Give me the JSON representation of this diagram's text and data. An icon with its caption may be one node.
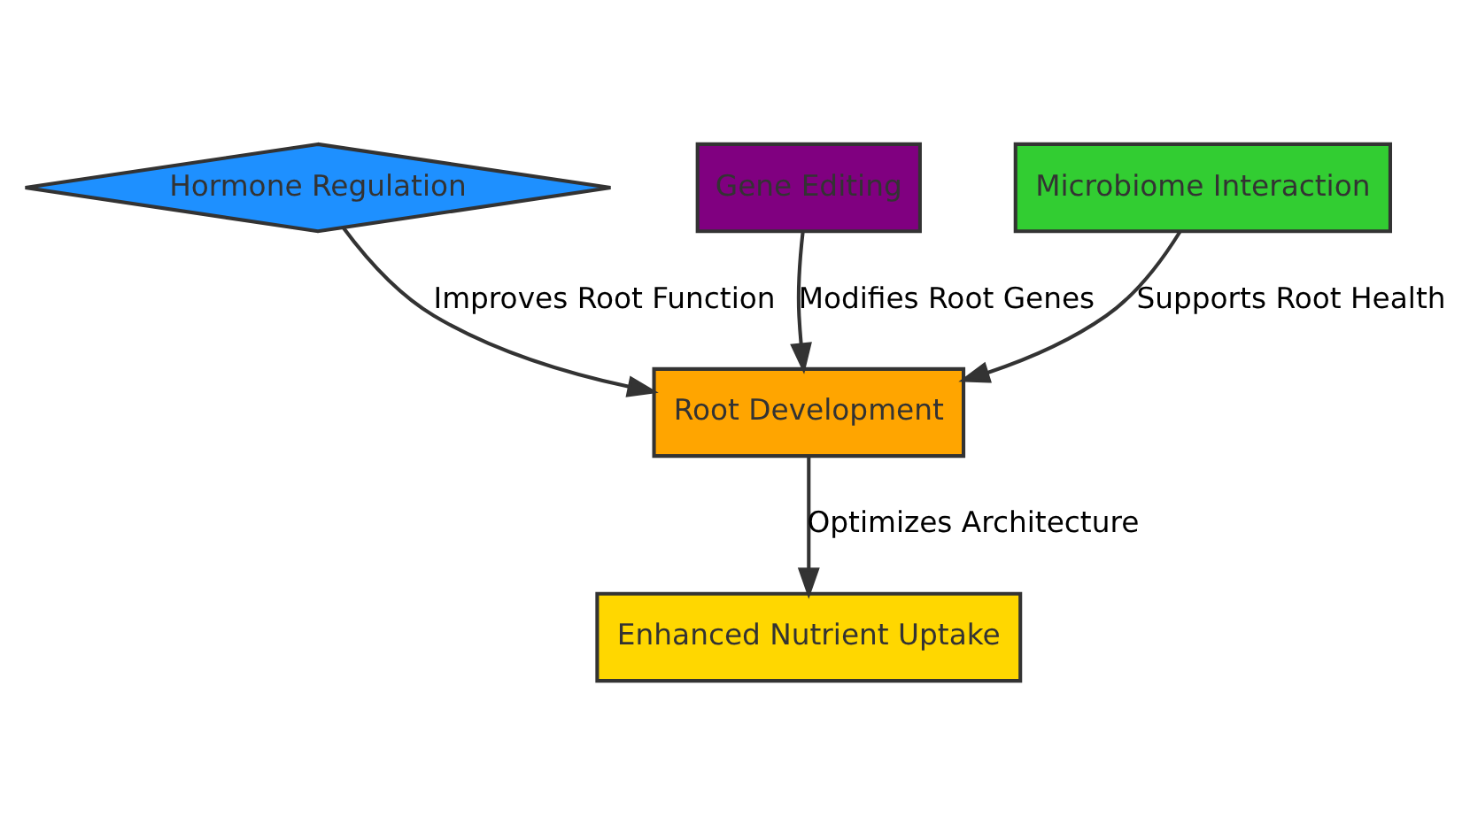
{
  "diagram": {
    "nodes": [
      {
        "text": [
          "Hormone Regulation"
        ]
      },
      {
        "text": [
          "Gene Editing"
        ]
      },
      {
        "text": [
          "Microbiome Interaction"
        ]
      },
      {
        "text": [
          "Root Development"
        ]
      },
      {
        "text": [
          "Enhanced Nutrient Uptake"
        ]
      }
    ],
    "edges": [
      {
        "from": 0,
        "to": 3,
        "arrow": "to",
        "label": "Improves Root Function"
      },
      {
        "from": 1,
        "to": 3,
        "arrow": "to",
        "label": "Modifies Root Genes"
      },
      {
        "from": 2,
        "to": 3,
        "arrow": "to",
        "label": "Supports Root Health"
      },
      {
        "from": 3,
        "to": 4,
        "arrow": "to",
        "label": "Optimizes Architecture"
      }
    ]
  }
}
